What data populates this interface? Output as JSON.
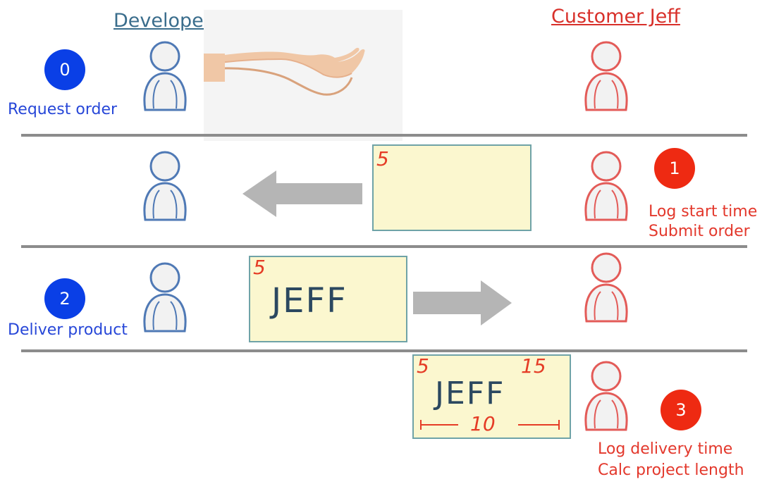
{
  "roles": {
    "developer": "Developer",
    "customer": "Customer Jeff"
  },
  "steps": [
    {
      "number": "0",
      "label": "Request order"
    },
    {
      "number": "1",
      "line1": "Log start time",
      "line2": "Submit order"
    },
    {
      "number": "2",
      "label": "Deliver product"
    },
    {
      "number": "3",
      "line1": "Log delivery time",
      "line2": "Calc project length"
    }
  ],
  "notes": {
    "order_time": "5",
    "delivery_time": "5",
    "delivery_name": "JEFF",
    "final_start": "5",
    "final_end": "15",
    "final_name": "JEFF",
    "final_length": "10"
  },
  "colors": {
    "developer": "#3a6d8c",
    "customer": "#d8302a",
    "blue_badge": "#0a3fe6",
    "red_badge": "#ee2a12",
    "note_bg": "#fbf7cf",
    "arrow": "#b5b5b5"
  }
}
